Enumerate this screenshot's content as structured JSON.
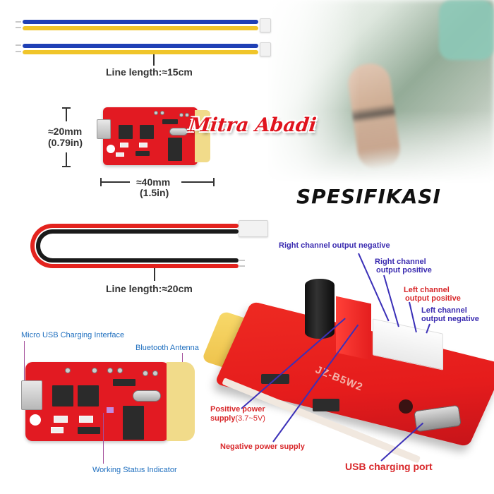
{
  "brand": {
    "watermark": "Mitra Abadi"
  },
  "title": "SPESIFIKASI",
  "speaker_wires": {
    "count": 2,
    "colors": [
      "#1f40b5",
      "#f0c52a"
    ],
    "length_label": "Line length:≈15cm"
  },
  "module": {
    "height_label": "≈20mm",
    "height_inch": "(0.79in)",
    "width_label": "≈40mm",
    "width_inch": "(1.5in)"
  },
  "power_wire": {
    "colors": [
      "#e3231e",
      "#1a1a1a"
    ],
    "length_label": "Line length:≈20cm"
  },
  "top_view_annotations": {
    "micro_usb": "Micro USB Charging Interface",
    "antenna": "Bluetooth Antenna",
    "status_led": "Working Status Indicator"
  },
  "side_view_annotations": {
    "right_neg": "Right channel output negative",
    "right_pos_line1": "Right channel",
    "right_pos_line2": "output positive",
    "left_pos_line1": "Left channel",
    "left_pos_line2": "output positive",
    "left_neg_line1": "Left channel",
    "left_neg_line2": "output negative",
    "pos_power_line1": "Positive power",
    "pos_power_line2a": "supply",
    "pos_power_line2b": "(3.7~5V)",
    "neg_power": "Negative power supply",
    "usb_port": "USB charging port"
  },
  "board_model": "JZ-B5W2",
  "colors": {
    "pcb_red": "#e21a22",
    "annotation_blue": "#3a2bb0",
    "annotation_red": "#d8272a",
    "annotation_lightblue": "#1f6fbf",
    "antenna_gold": "#f1db8a"
  }
}
